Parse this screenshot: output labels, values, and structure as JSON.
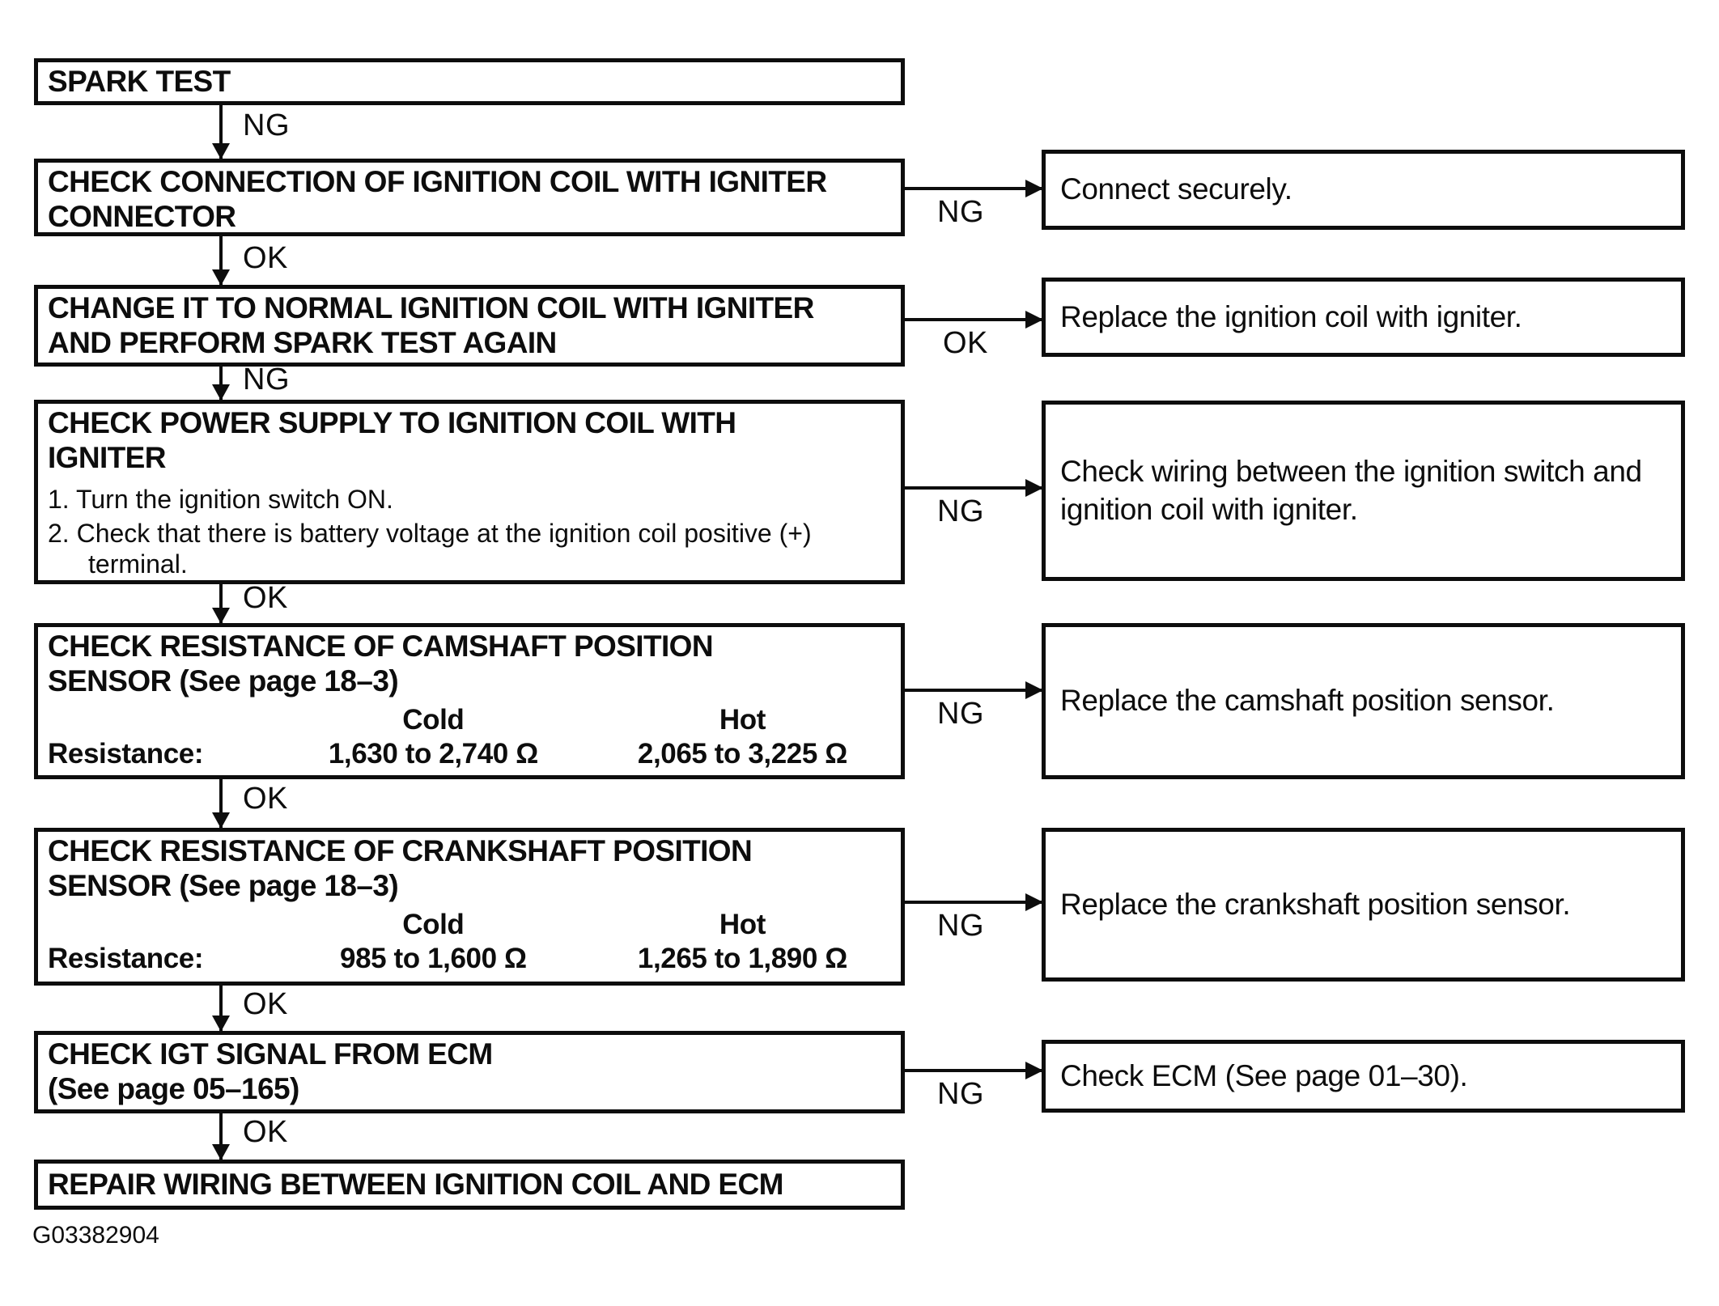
{
  "figure_code": "G03382904",
  "steps": [
    {
      "title": "SPARK TEST"
    },
    {
      "in_label": "NG",
      "title": "CHECK CONNECTION OF IGNITION COIL WITH IGNITER\nCONNECTOR",
      "branch_label": "NG",
      "action": "Connect securely."
    },
    {
      "in_label": "OK",
      "title": "CHANGE IT TO NORMAL IGNITION COIL WITH IGNITER\nAND PERFORM SPARK TEST AGAIN",
      "branch_label": "OK",
      "action": "Replace the ignition coil with igniter."
    },
    {
      "in_label": "NG",
      "title": "CHECK POWER SUPPLY TO IGNITION COIL WITH\nIGNITER",
      "items": [
        "1. Turn the ignition switch ON.",
        "2. Check that there is battery voltage at the ignition coil positive (+)\nterminal."
      ],
      "branch_label": "NG",
      "action": "Check wiring between the ignition switch and ignition coil with igniter."
    },
    {
      "in_label": "OK",
      "title": "CHECK RESISTANCE OF CAMSHAFT POSITION\nSENSOR (See page 18–3)",
      "table": {
        "row_label": "Resistance:",
        "col1_header": "Cold",
        "col2_header": "Hot",
        "col1_value": "1,630 to 2,740 Ω",
        "col2_value": "2,065 to 3,225 Ω"
      },
      "branch_label": "NG",
      "action": "Replace the camshaft position sensor."
    },
    {
      "in_label": "OK",
      "title": "CHECK RESISTANCE OF CRANKSHAFT POSITION\nSENSOR (See page 18–3)",
      "table": {
        "row_label": "Resistance:",
        "col1_header": "Cold",
        "col2_header": "Hot",
        "col1_value": "985 to 1,600 Ω",
        "col2_value": "1,265 to 1,890 Ω"
      },
      "branch_label": "NG",
      "action": "Replace the crankshaft position sensor."
    },
    {
      "in_label": "OK",
      "title": "CHECK IGT SIGNAL FROM ECM\n(See page 05–165)",
      "branch_label": "NG",
      "action": "Check ECM (See page 01–30)."
    },
    {
      "in_label": "OK",
      "title": "REPAIR WIRING BETWEEN IGNITION COIL AND ECM"
    }
  ]
}
